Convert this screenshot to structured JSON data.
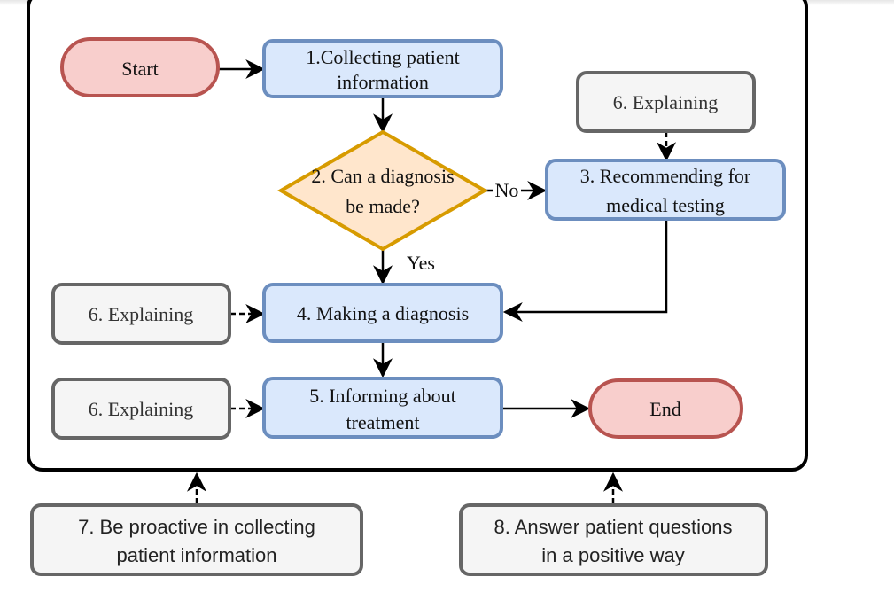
{
  "diagram": {
    "nodes": {
      "start": {
        "label": "Start",
        "shape": "terminator",
        "fill": "#f8cecc",
        "stroke": "#b85450"
      },
      "collect": {
        "label_lines": [
          "1.Collecting patient",
          "information"
        ],
        "shape": "process",
        "fill": "#dae8fc",
        "stroke": "#6c8ebf"
      },
      "decision": {
        "label_lines": [
          "2. Can a diagnosis",
          "be made?"
        ],
        "shape": "decision",
        "fill": "#ffe6cc",
        "stroke": "#d79b00"
      },
      "recommend": {
        "label_lines": [
          "3. Recommending for",
          "medical testing"
        ],
        "shape": "process",
        "fill": "#dae8fc",
        "stroke": "#6c8ebf"
      },
      "explain_top": {
        "label": "6. Explaining",
        "shape": "note",
        "fill": "#f5f5f5",
        "stroke": "#666666"
      },
      "diagnosis": {
        "label": "4. Making a diagnosis",
        "shape": "process",
        "fill": "#dae8fc",
        "stroke": "#6c8ebf"
      },
      "explain_mid": {
        "label": "6. Explaining",
        "shape": "note",
        "fill": "#f5f5f5",
        "stroke": "#666666"
      },
      "inform": {
        "label_lines": [
          "5. Informing about",
          "treatment"
        ],
        "shape": "process",
        "fill": "#dae8fc",
        "stroke": "#6c8ebf"
      },
      "explain_bot": {
        "label": "6. Explaining",
        "shape": "note",
        "fill": "#f5f5f5",
        "stroke": "#666666"
      },
      "end": {
        "label": "End",
        "shape": "terminator",
        "fill": "#f8cecc",
        "stroke": "#b85450"
      },
      "proactive": {
        "label_lines": [
          "7. Be proactive in collecting",
          "patient information"
        ],
        "shape": "note",
        "fill": "#f5f5f5",
        "stroke": "#666666"
      },
      "answer": {
        "label_lines": [
          "8. Answer patient questions",
          "in a positive way"
        ],
        "shape": "note",
        "fill": "#f5f5f5",
        "stroke": "#666666"
      }
    },
    "edges": {
      "no_label": "No",
      "yes_label": "Yes"
    },
    "colors": {
      "frame": "#000000",
      "arrow": "#000000",
      "text": "#111111"
    }
  }
}
